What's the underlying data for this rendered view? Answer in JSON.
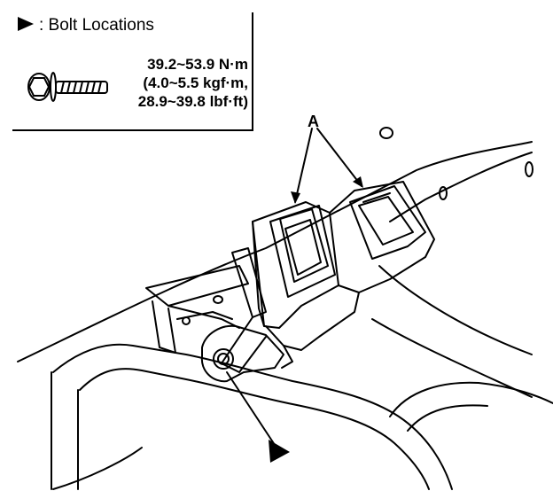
{
  "legend": {
    "title": ": Bolt Locations",
    "torque_line1": "39.2~53.9 N·m",
    "torque_line2": "(4.0~5.5 kgf·m,",
    "torque_line3": "28.9~39.8 lbf·ft)",
    "icon": "triangle-marker-icon"
  },
  "callouts": {
    "a_label": "A"
  }
}
